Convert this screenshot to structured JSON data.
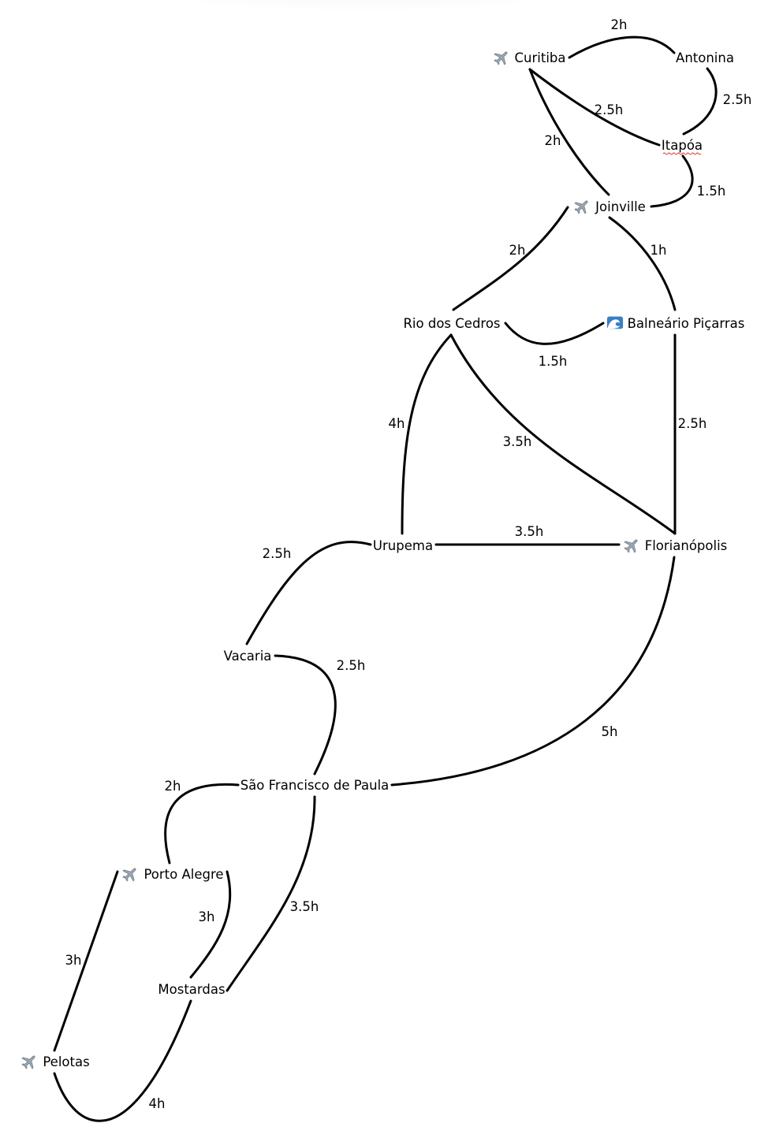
{
  "nodes": [
    {
      "id": "curitiba",
      "label": "Curitiba",
      "icon": "airplane-icon"
    },
    {
      "id": "antonina",
      "label": "Antonina",
      "icon": ""
    },
    {
      "id": "itapoa",
      "label": "Itapóa",
      "icon": "",
      "spellcheck_underline": true
    },
    {
      "id": "joinville",
      "label": "Joinville",
      "icon": "airplane-icon"
    },
    {
      "id": "rio-dos-cedros",
      "label": "Rio dos Cedros",
      "icon": ""
    },
    {
      "id": "balneario-picarras",
      "label": "Balneário Piçarras",
      "icon": "wave-icon"
    },
    {
      "id": "urupema",
      "label": "Urupema",
      "icon": ""
    },
    {
      "id": "florianopolis",
      "label": "Florianópolis",
      "icon": "airplane-icon"
    },
    {
      "id": "vacaria",
      "label": "Vacaria",
      "icon": ""
    },
    {
      "id": "sao-francisco-de-paula",
      "label": "São Francisco de Paula",
      "icon": ""
    },
    {
      "id": "porto-alegre",
      "label": "Porto Alegre",
      "icon": "airplane-icon"
    },
    {
      "id": "mostardas",
      "label": "Mostardas",
      "icon": ""
    },
    {
      "id": "pelotas",
      "label": "Pelotas",
      "icon": "airplane-icon"
    }
  ],
  "edges": [
    {
      "from": "curitiba",
      "to": "antonina",
      "label": "2h"
    },
    {
      "from": "antonina",
      "to": "itapoa",
      "label": "2.5h"
    },
    {
      "from": "curitiba",
      "to": "itapoa",
      "label": "2.5h"
    },
    {
      "from": "curitiba",
      "to": "joinville",
      "label": "2h"
    },
    {
      "from": "itapoa",
      "to": "joinville",
      "label": "1.5h"
    },
    {
      "from": "joinville",
      "to": "rio-dos-cedros",
      "label": "2h"
    },
    {
      "from": "joinville",
      "to": "balneario-picarras",
      "label": "1h"
    },
    {
      "from": "rio-dos-cedros",
      "to": "balneario-picarras",
      "label": "1.5h"
    },
    {
      "from": "rio-dos-cedros",
      "to": "urupema",
      "label": "4h"
    },
    {
      "from": "rio-dos-cedros",
      "to": "florianopolis",
      "label": "3.5h"
    },
    {
      "from": "balneario-picarras",
      "to": "florianopolis",
      "label": "2.5h"
    },
    {
      "from": "urupema",
      "to": "florianopolis",
      "label": "3.5h"
    },
    {
      "from": "urupema",
      "to": "vacaria",
      "label": "2.5h"
    },
    {
      "from": "vacaria",
      "to": "sao-francisco-de-paula",
      "label": "2.5h"
    },
    {
      "from": "florianopolis",
      "to": "sao-francisco-de-paula",
      "label": "5h"
    },
    {
      "from": "sao-francisco-de-paula",
      "to": "porto-alegre",
      "label": "2h"
    },
    {
      "from": "sao-francisco-de-paula",
      "to": "mostardas",
      "label": "3.5h"
    },
    {
      "from": "porto-alegre",
      "to": "mostardas",
      "label": "3h"
    },
    {
      "from": "porto-alegre",
      "to": "pelotas",
      "label": "3h"
    },
    {
      "from": "mostardas",
      "to": "pelotas",
      "label": "4h"
    }
  ]
}
